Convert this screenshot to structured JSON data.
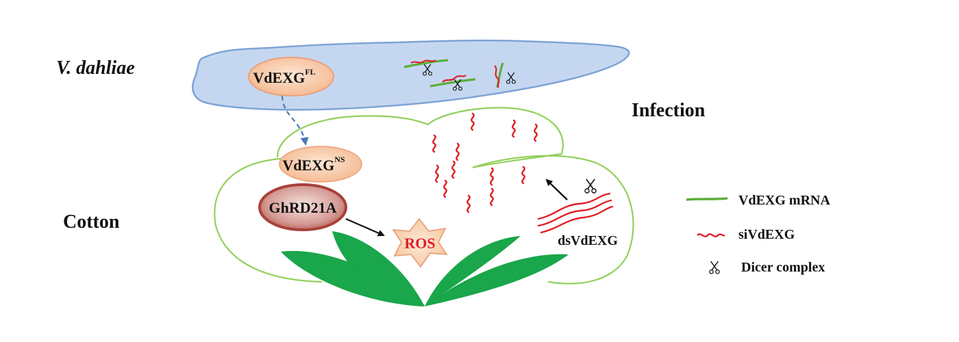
{
  "labels": {
    "organism": "V. dahliae",
    "host": "Cotton",
    "process": "Infection"
  },
  "proteins": {
    "fungal_base": "VdEXG",
    "fungal_sup": "FL",
    "host_secreted_base": "VdEXG",
    "host_secreted_sup": "NS",
    "receptor": "GhRD21A",
    "ros": "ROS",
    "dsrna": "dsVdEXG"
  },
  "legend": {
    "mrna": "VdEXG mRNA",
    "sirna": "siVdEXG",
    "dicer": "Dicer complex"
  },
  "colors": {
    "fungus_fill": "#c5d7f0",
    "fungus_stroke": "#7ea3d6",
    "cell_stroke": "#92cf5b",
    "mrna_green": "#5cae3c",
    "sirna_red": "#e01f26",
    "leaf_green": "#1aa64a",
    "ros_fill": "#fbd5b5",
    "ros_text": "#e01f26",
    "receptor_dark": "#a8413a",
    "vdexg_fill": "#f7c7a4",
    "arrow_blue": "#4a7ab8"
  },
  "icons": {
    "dicer": "scissors-icon"
  }
}
